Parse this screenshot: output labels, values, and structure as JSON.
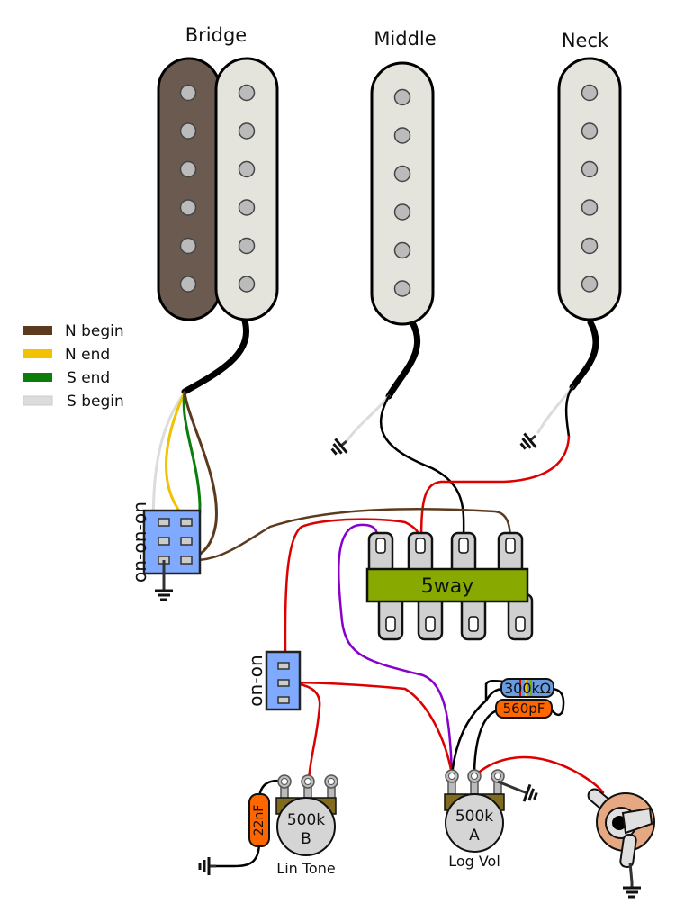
{
  "pickups": [
    {
      "label": "Bridge",
      "type": "humbucker",
      "coil_colors": [
        "#6b5a50",
        "#e4e3dc"
      ],
      "poles": 6
    },
    {
      "label": "Middle",
      "type": "single-coil",
      "coil_color": "#e4e3dc",
      "poles": 6
    },
    {
      "label": "Neck",
      "type": "single-coil",
      "coil_color": "#e4e3dc",
      "poles": 6
    }
  ],
  "legend": [
    {
      "label": "N begin",
      "color": "#5c3a1e"
    },
    {
      "label": "N end",
      "color": "#f2c100"
    },
    {
      "label": "S end",
      "color": "#0a7d0a"
    },
    {
      "label": "S begin",
      "color": "#dcdcdc"
    }
  ],
  "switches": {
    "coil_switch": {
      "label": "on-on-on",
      "color": "#80aaff"
    },
    "phase_switch": {
      "label": "on-on",
      "color": "#80aaff"
    },
    "selector": {
      "label": "5way",
      "color": "#88aa00"
    }
  },
  "pots": {
    "tone": {
      "value": "500k",
      "taper": "B",
      "caption": "Lin Tone"
    },
    "volume": {
      "value": "500k",
      "taper": "A",
      "caption": "Log Vol"
    }
  },
  "components": {
    "tone_cap": {
      "label": "22nF",
      "color": "#ff6600"
    },
    "treble_bleed_resistor": {
      "label": "300kΩ",
      "color": "#6a9de0"
    },
    "treble_bleed_cap": {
      "label": "560pF",
      "color": "#ff6600"
    }
  },
  "wire_colors": {
    "hot": "#dd0000",
    "ground": "#000000",
    "purple": "#8800cc",
    "brown": "#5c3a1e"
  },
  "output_jack": {
    "name": "output jack"
  }
}
